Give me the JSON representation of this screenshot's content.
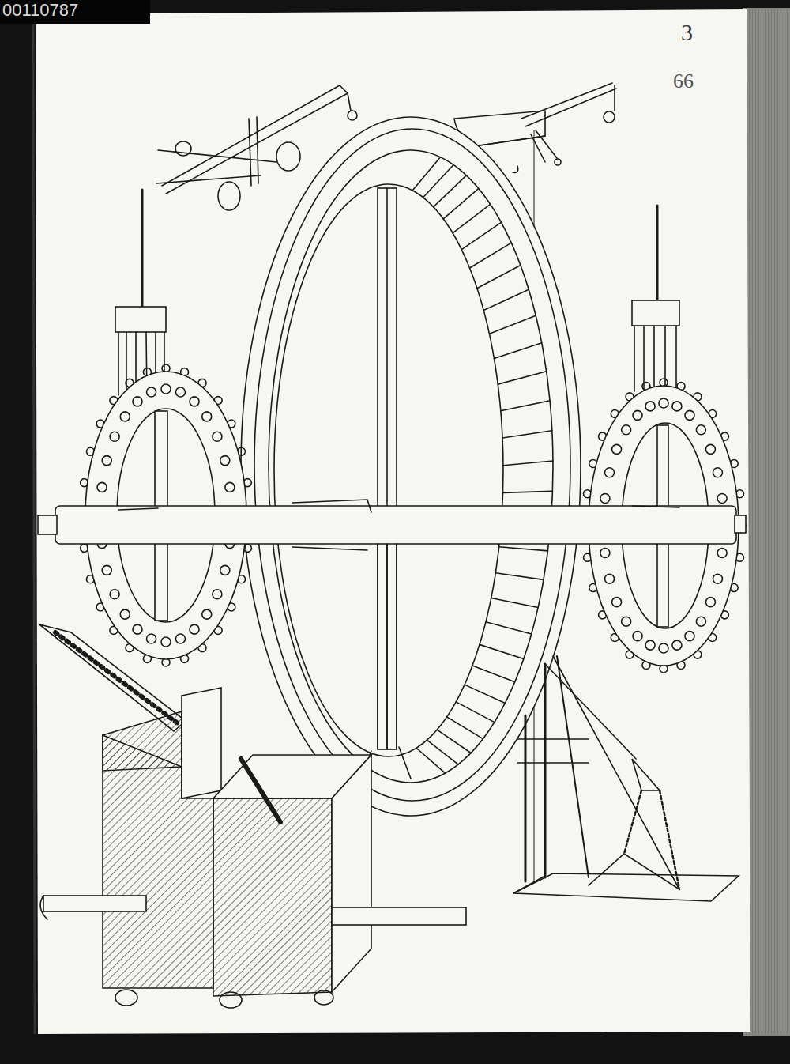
{
  "diagram": {
    "labels": [
      "00110787",
      "3",
      "66"
    ]
  }
}
